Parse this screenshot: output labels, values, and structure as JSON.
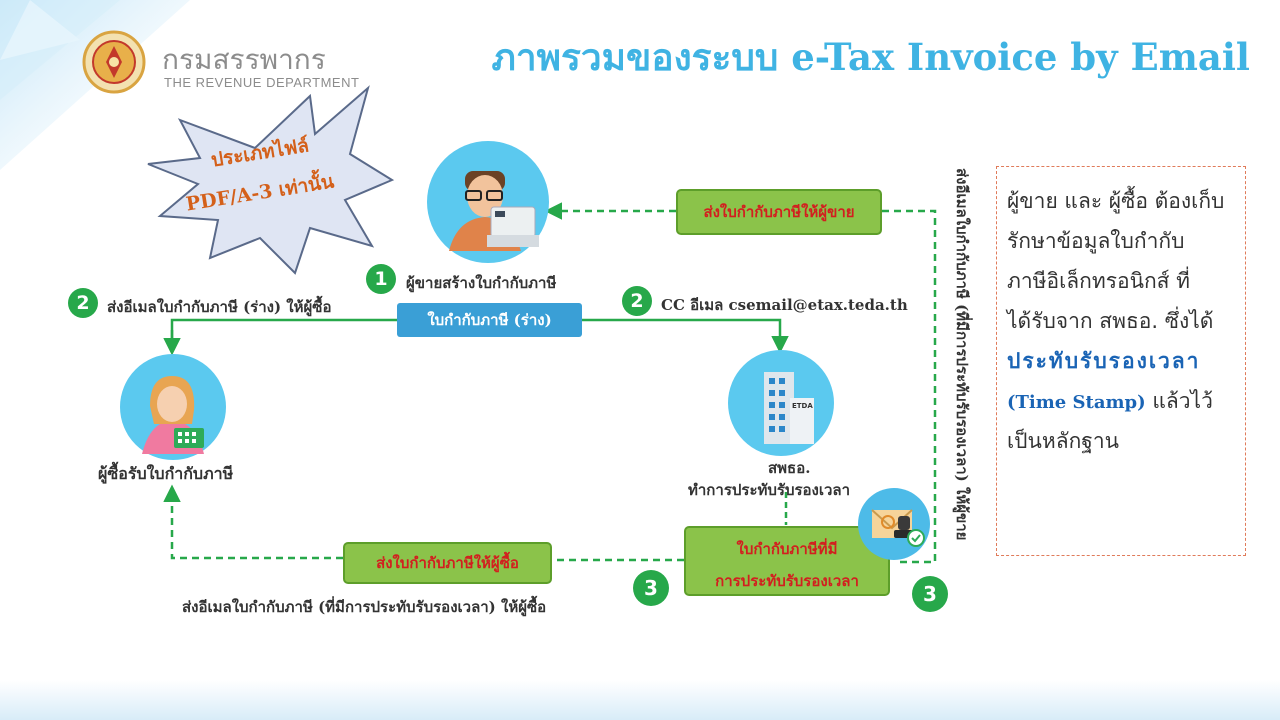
{
  "title": "ภาพรวมของระบบ e-Tax Invoice by Email",
  "logo": {
    "name_th": "กรมสรรพากร",
    "name_en": "THE REVENUE DEPARTMENT"
  },
  "burst": {
    "line1": "ประเภทไฟล์",
    "line2": "PDF/A-3 เท่านั้น"
  },
  "seller": {
    "step": "1",
    "label": "ผู้ขายสร้างใบกำกับภาษี"
  },
  "draft_box": "ใบกำกับภาษี (ร่าง)",
  "step2_left": {
    "step": "2",
    "label": "ส่งอีเมลใบกำกับภาษี (ร่าง) ให้ผู้ซื้อ"
  },
  "step2_right": {
    "step": "2",
    "label": "CC อีเมล csemail@etax.teda.th"
  },
  "send_to_seller_box": "ส่งใบกำกับภาษีให้ผู้ขาย",
  "vertical_text": "ส่งอีเมลใบกำกับภาษี (ที่มีการประทับรับรองเวลา) ให้ผู้ขาย",
  "buyer_label": "ผู้ซื้อรับใบกำกับภาษี",
  "etda": {
    "sign": "ETDA",
    "name": "สพธอ.",
    "action": "ทำการประทับรับรองเวลา"
  },
  "stamped_box": {
    "line1": "ใบกำกับภาษีที่มี",
    "line2": "การประทับรับรองเวลา"
  },
  "send_to_buyer_box": "ส่งใบกำกับภาษีให้ผู้ซื้อ",
  "step3_bottom": {
    "step": "3",
    "label": "ส่งอีเมลใบกำกับภาษี (ที่มีการประทับรับรองเวลา) ให้ผู้ซื้อ"
  },
  "step3_right": {
    "step": "3"
  },
  "side_note": {
    "lines": [
      "ผู้ขาย และ ผู้ซื้อ ต้องเก็บ",
      "รักษาข้อมูลใบกำกับ",
      "ภาษีอิเล็กทรอนิกส์ ที่",
      "ได้รับจาก สพธอ. ซึ่งได้"
    ],
    "highlight": "ประทับรับรองเวลา",
    "highlight_en": "(Time Stamp)",
    "after_highlight": "แล้วไว้",
    "last": "เป็นหลักฐาน"
  },
  "colors": {
    "title": "#3fb3e3",
    "green_line": "#27a84a",
    "box_green": "#8bc34a",
    "box_text_red": "#d21f1f",
    "draft_blue": "#3a9fd6",
    "highlight_blue": "#1a64b5"
  }
}
